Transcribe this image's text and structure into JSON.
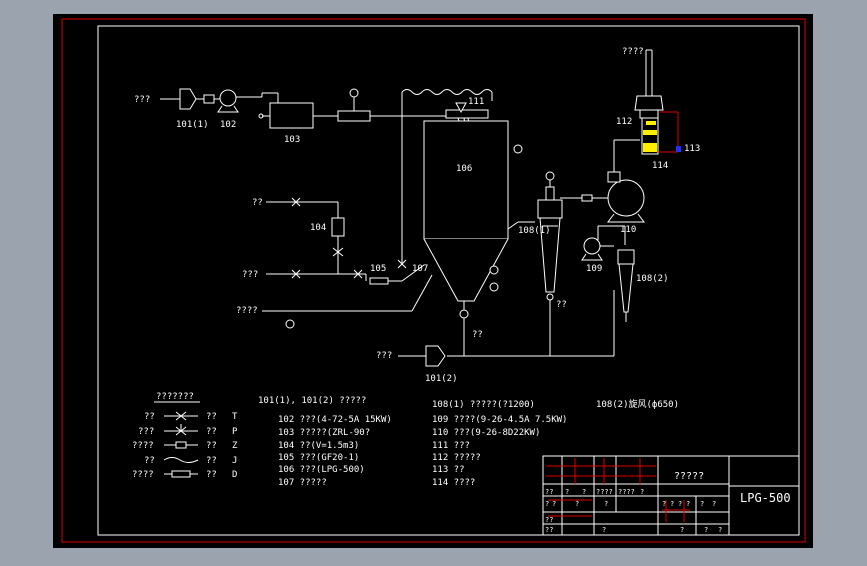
{
  "colors": {
    "background": "#9ba3ae",
    "sheet": "#000000",
    "frame": "#e00000",
    "line": "#ffffff",
    "highlight": "#ffee00",
    "accent": "#2030ff"
  },
  "labels": {
    "feed_in": "???",
    "u101_1": "101(1)",
    "u102": "102",
    "u103": "103",
    "u104": "104",
    "u105": "105",
    "u106": "106",
    "u107": "107",
    "u108_1": "108(1)",
    "u108_2": "108(2)",
    "u109": "109",
    "u110": "110",
    "u111": "111",
    "u112": "112",
    "u113": "113",
    "u114": "114",
    "u101_2": "101(2)",
    "top_out": "????",
    "steam_in": "??",
    "water_in": "???",
    "bottom_in": "????",
    "product1": "??",
    "product2": "??",
    "air_in": "???"
  },
  "legend": {
    "title": "???????",
    "rows": [
      {
        "left": "??",
        "right": "??",
        "code": "T"
      },
      {
        "left": "???",
        "right": "??",
        "code": "P"
      },
      {
        "left": "????",
        "right": "??",
        "code": "Z"
      },
      {
        "left": "??",
        "right": "??",
        "code": "J"
      },
      {
        "left": "????",
        "right": "??",
        "code": "D"
      }
    ]
  },
  "equipment_list": {
    "col1": [
      "101(1), 101(2) ?????",
      "102  ???(4-72-5A 15KW)",
      "103  ?????(ZRL-90?",
      "104  ??(V=1.5m3)",
      "105  ???(GF20-1)",
      "106  ???(LPG-500)",
      "107  ?????"
    ],
    "col2": [
      "108(1) ?????(?1200)",
      "109  ????(9-26-4.5A 7.5KW)",
      "110  ???(9-26-8D22KW)",
      "111  ???",
      "112  ?????",
      "113  ??",
      "114  ????"
    ],
    "col3": [
      "108(2)旋风(ф650)"
    ]
  },
  "title_block": {
    "title": "?????",
    "drawing_no": "LPG-500",
    "cells": [
      "??",
      "?",
      "?",
      "????",
      "????",
      "?",
      "?",
      "?",
      "?",
      "?",
      "?",
      "?",
      "?",
      "?",
      "?",
      "?",
      "??",
      "??",
      "?",
      "?",
      "?",
      "?"
    ]
  }
}
